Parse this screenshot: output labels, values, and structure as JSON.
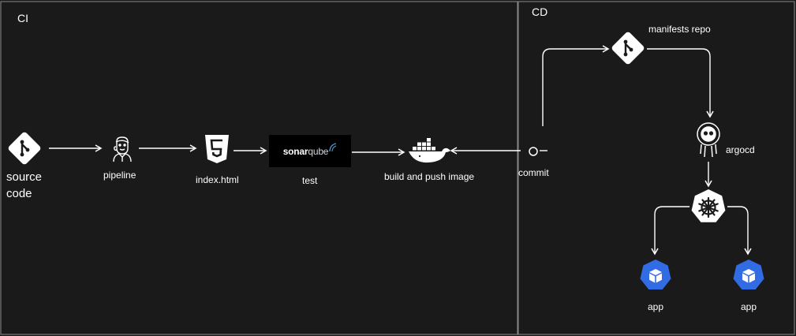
{
  "sections": {
    "ci_title": "CI",
    "cd_title": "CD"
  },
  "nodes": {
    "source_code": {
      "line1": "source",
      "line2": "code",
      "icon": "git-icon"
    },
    "pipeline": {
      "label": "pipeline",
      "icon": "jenkins-icon"
    },
    "index_html": {
      "label": "index.html",
      "icon": "html5-icon"
    },
    "test": {
      "label": "test",
      "logo_text_bold": "sonar",
      "logo_text_light": "qube",
      "icon": "sonarqube-logo"
    },
    "build": {
      "label": "build and push image",
      "icon": "docker-icon"
    },
    "commit": {
      "label": "commit",
      "icon": "commit-icon"
    },
    "manifests": {
      "label": "manifests repo",
      "icon": "git-icon"
    },
    "argocd": {
      "label": "argocd",
      "icon": "argocd-icon"
    },
    "kubernetes": {
      "icon": "kubernetes-icon"
    },
    "app_left": {
      "label": "app",
      "icon": "k8s-pod-icon"
    },
    "app_right": {
      "label": "app",
      "icon": "k8s-pod-icon"
    }
  },
  "colors": {
    "background": "#1a1a1b",
    "border": "#8a8a8a",
    "foreground": "#ffffff",
    "k8s_blue": "#326ce5"
  }
}
